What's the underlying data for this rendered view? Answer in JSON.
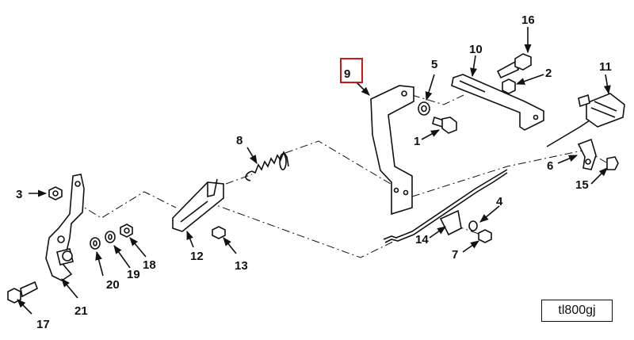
{
  "diagram": {
    "reference_id": "tl800gj",
    "highlighted_callout": "9",
    "callouts": {
      "c1": "1",
      "c2": "2",
      "c3": "3",
      "c4": "4",
      "c5": "5",
      "c6": "6",
      "c7": "7",
      "c8": "8",
      "c9": "9",
      "c10": "10",
      "c11": "11",
      "c12": "12",
      "c13": "13",
      "c14": "14",
      "c15": "15",
      "c16": "16",
      "c17": "17",
      "c18": "18",
      "c19": "19",
      "c20": "20",
      "c21": "21"
    }
  }
}
